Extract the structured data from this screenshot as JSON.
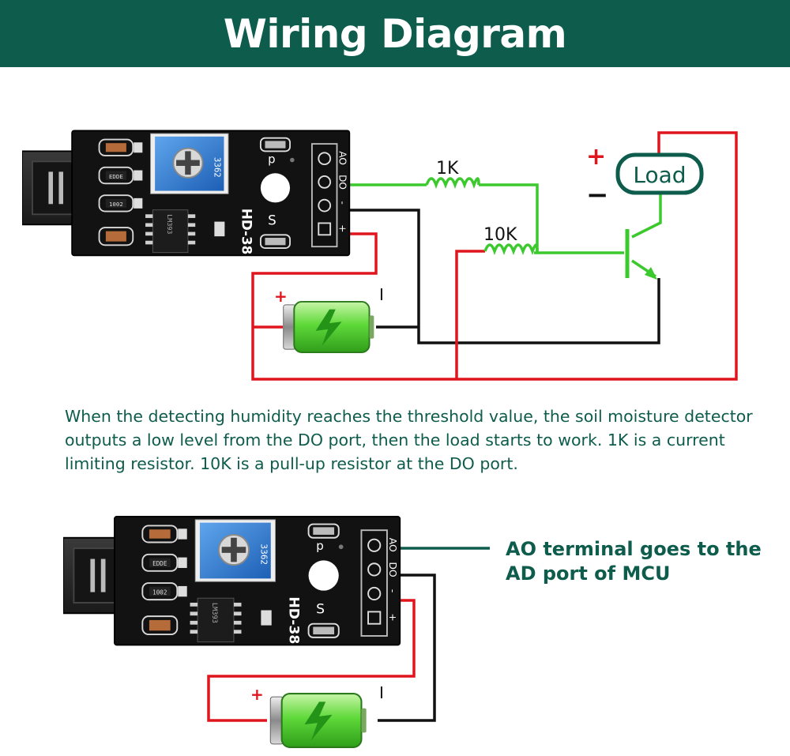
{
  "header": {
    "title": "Wiring Diagram"
  },
  "diagram1": {
    "resistor_1": "1K",
    "resistor_2": "10K",
    "load_label": "Load",
    "load_plus": "+",
    "load_minus": "−",
    "battery_plus": "+",
    "battery_minus": "I"
  },
  "description": {
    "line1": "When the detecting humidity reaches the threshold value, the soil moisture detector",
    "line2": "outputs a low level from the DO port, then the load starts to work. 1K is a current",
    "line3": "limiting resistor. 10K is a pull-up resistor at the DO port."
  },
  "diagram2": {
    "note_line1": "AO terminal goes to the",
    "note_line2": "AD port of MCU",
    "battery_plus": "+",
    "battery_minus": "I"
  },
  "module": {
    "model": "HD-38",
    "chip_text": "LM393",
    "pin_labels": [
      "AO",
      "DO",
      "-",
      "+"
    ],
    "pot_text": "3362"
  },
  "colors": {
    "header_bg": "#0e5c4c",
    "text_teal": "#0e5c4c",
    "wire_red": "#e0161e",
    "wire_green": "#3cc92e",
    "wire_black": "#111111",
    "load_border": "#0e5c4c",
    "pcb_black": "#111111",
    "pot_blue": "#2f7fd3"
  }
}
